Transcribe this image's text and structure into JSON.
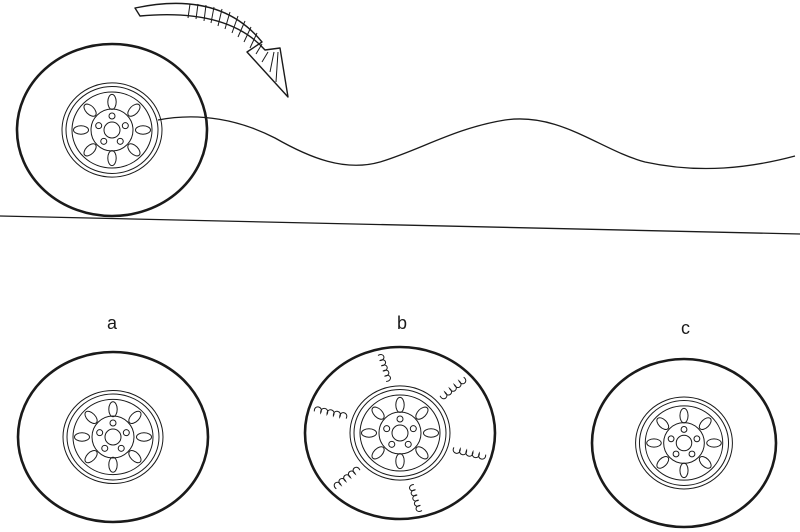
{
  "labels": {
    "a": "a",
    "b": "b",
    "c": "c"
  },
  "colors": {
    "stroke": "#1a1a1a",
    "background": "#ffffff"
  },
  "icons": {
    "rotation_arrow": "curved-rotation-arrow-icon",
    "wheel": "wheel-icon",
    "spring": "spring-icon"
  }
}
